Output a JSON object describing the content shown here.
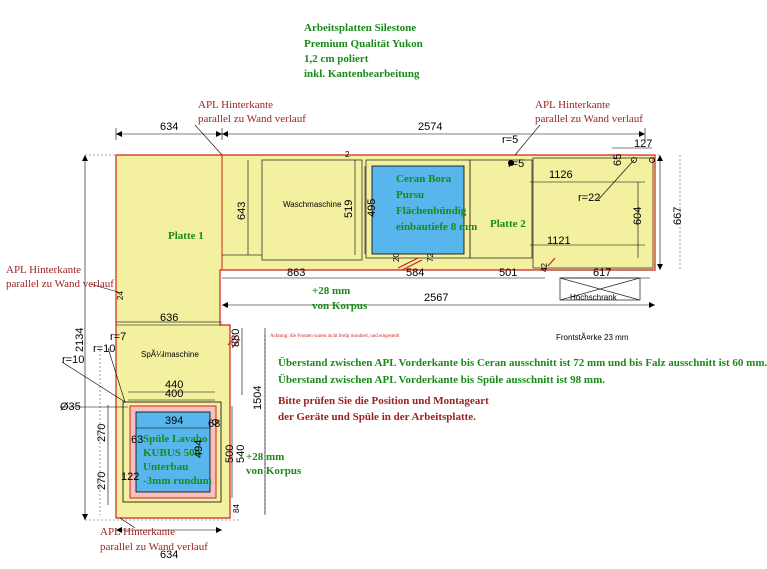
{
  "header": {
    "lines": [
      "Arbeitsplatten Silestone",
      "Premium Qualität Yukon",
      "1,2 cm poliert",
      "inkl. Kantenbearbeitung"
    ]
  },
  "wall_labels": {
    "top_left": [
      "APL Hinterkante",
      "parallel zu Wand verlauf"
    ],
    "top_right": [
      "APL Hinterkante",
      "parallel zu Wand verlauf"
    ],
    "left": [
      "APL Hinterkante",
      "parallel zu Wand verlauf"
    ],
    "bottom": [
      "APL Hinterkante",
      "parallel zu Wand verlauf"
    ]
  },
  "plates": {
    "plate1": "Platte 1",
    "plate2": "Platte 2"
  },
  "appliances": {
    "washing_machine": "Waschmaschine",
    "dishwasher": "SpÃ¼lmaschine",
    "tall_cabinet": "Hochschrank"
  },
  "cooktop": [
    "Ceran Bora",
    "Pursu",
    "Flächenbündig",
    "einbautiefe 8 mm"
  ],
  "sink": [
    "Spüle Lavabo",
    "KUBUS 500",
    "Unterbau",
    "-3mm rundum"
  ],
  "corpus_offsets": {
    "right": [
      "+28 mm",
      "von Korpus"
    ],
    "bottom": [
      "+28 mm",
      "von Korpus"
    ]
  },
  "tiny_note": "Achtung: die Fronten waren nicht fertig montiert, und eingestellt",
  "front_thickness": "FrontstÃ¤rke 23 mm",
  "notes": [
    "Überstand zwischen APL Vorderkante bis Ceran ausschnitt ist 72 mm und bis Falz ausschnitt ist 60 mm.",
    "Überstand zwischen APL Vorderkante bis Spüle ausschnitt ist 98 mm."
  ],
  "check_notes": [
    "Bitte prüfen Sie die Position und Montageart",
    "der Geräte und Spüle in der Arbeitsplatte."
  ],
  "dimensions": {
    "top_left_width": "634",
    "top_right_width": "2574",
    "left_height": "2134",
    "right_height": "667",
    "plate1_depth": "643",
    "cutout_depth": "519",
    "ceran_height": "495",
    "r5_top": "r=5",
    "r5_mid": "r=5",
    "d2": "2",
    "d127": "127",
    "d65": "65",
    "d1126": "1126",
    "r22": "r=22",
    "d604": "604",
    "d1121": "1121",
    "d863": "863",
    "d584": "584",
    "d501": "501",
    "d617": "617",
    "d2567": "2567",
    "d636": "636",
    "r7": "r=7",
    "r10a": "r=10",
    "r10b": "r=10",
    "d880": "880",
    "d1504": "1504",
    "d440": "440",
    "d400": "400",
    "d394": "394",
    "dia35": "Ø35",
    "d270a": "270",
    "d270b": "270",
    "d63": "63",
    "d122": "122",
    "d494": "494",
    "d500": "500",
    "d540": "540",
    "d68": "68",
    "d84": "84",
    "d24": "24",
    "d20": "20",
    "d72": "72",
    "d42": "42",
    "bottom_width": "634"
  }
}
